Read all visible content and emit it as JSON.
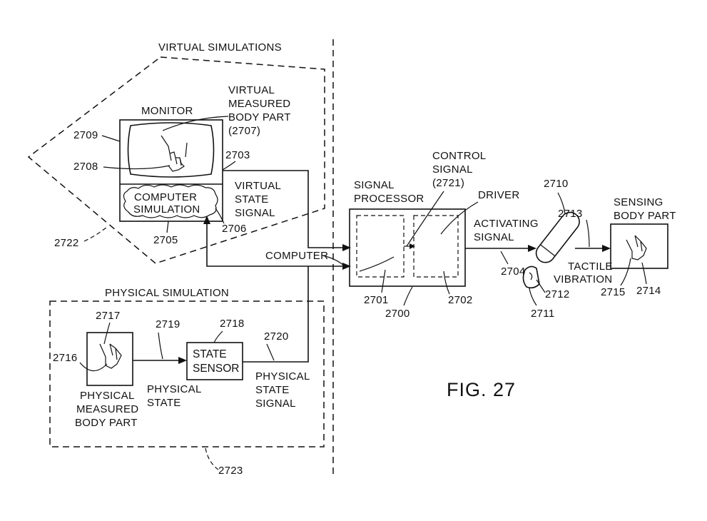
{
  "figure": {
    "caption": "FIG. 27"
  },
  "regions": {
    "virtual": {
      "title": "VIRTUAL SIMULATIONS",
      "ref": "2722"
    },
    "physical": {
      "title": "PHYSICAL SIMULATION",
      "ref": "2723"
    }
  },
  "labels": {
    "monitor": "MONITOR",
    "virtual_body_part": [
      "VIRTUAL",
      "MEASURED",
      "BODY PART",
      "(2707)"
    ],
    "computer_simulation": [
      "COMPUTER",
      "SIMULATION"
    ],
    "virtual_state_signal": [
      "VIRTUAL",
      "STATE",
      "SIGNAL"
    ],
    "computer": "COMPUTER",
    "signal_processor": [
      "SIGNAL",
      "PROCESSOR"
    ],
    "control_signal": [
      "CONTROL",
      "SIGNAL",
      "(2721)"
    ],
    "driver": "DRIVER",
    "activating_signal": [
      "ACTIVATING",
      "SIGNAL"
    ],
    "sensing_body_part": [
      "SENSING",
      "BODY PART"
    ],
    "tactile_vibration": [
      "TACTILE",
      "VIBRATION"
    ],
    "state_sensor": [
      "STATE",
      "SENSOR"
    ],
    "physical_state": [
      "PHYSICAL",
      "STATE"
    ],
    "physical_state_signal": [
      "PHYSICAL",
      "STATE",
      "SIGNAL"
    ],
    "physical_measured_body_part": [
      "PHYSICAL",
      "MEASURED",
      "BODY PART"
    ]
  },
  "refs": {
    "r2700": "2700",
    "r2701": "2701",
    "r2702": "2702",
    "r2703": "2703",
    "r2704": "2704",
    "r2705": "2705",
    "r2706": "2706",
    "r2708": "2708",
    "r2709": "2709",
    "r2710": "2710",
    "r2711": "2711",
    "r2712": "2712",
    "r2713": "2713",
    "r2714": "2714",
    "r2715": "2715",
    "r2716": "2716",
    "r2717": "2717",
    "r2718": "2718",
    "r2719": "2719",
    "r2720": "2720"
  }
}
